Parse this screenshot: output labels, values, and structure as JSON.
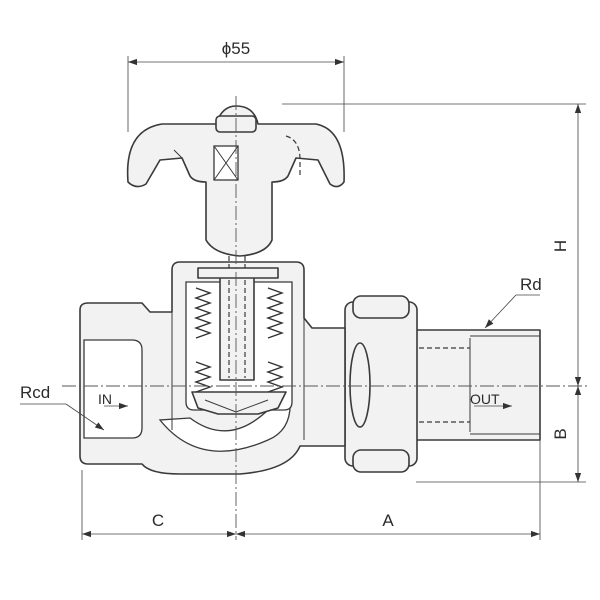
{
  "diagram": {
    "dimensions": {
      "diameter": "ϕ55",
      "height": "H",
      "b": "B",
      "a": "A",
      "c": "C"
    },
    "threads": {
      "outlet": "Rd",
      "inlet": "Rcd"
    },
    "ports": {
      "inlet": "IN",
      "outlet": "OUT"
    }
  }
}
